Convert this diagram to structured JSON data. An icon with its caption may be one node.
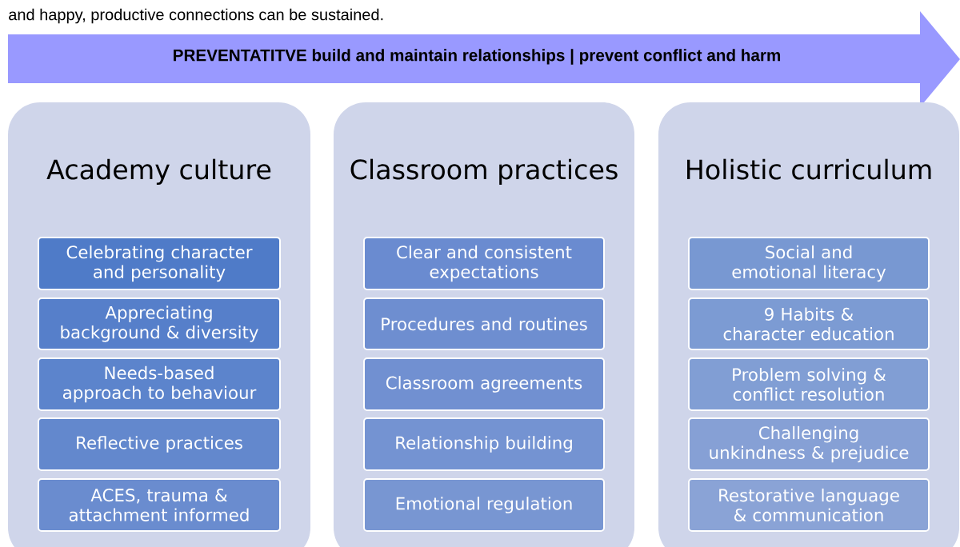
{
  "diagram": {
    "nodes": [
      {
        "text": [
          "PREVENTATITVE build and maintain relationships | prevent conflict and harm"
        ]
      },
      {
        "text": [
          "Academy culture"
        ]
      },
      {
        "text": [
          "Celebrating character and personality"
        ],
        "in": 1
      },
      {
        "text": [
          "Appreciating background & diversity"
        ],
        "in": 1
      },
      {
        "text": [
          "Needs-based approach to behaviour"
        ],
        "in": 1
      },
      {
        "text": [
          "Reflective practices"
        ],
        "in": 1
      },
      {
        "text": [
          "ACES, trauma & attachment informed"
        ],
        "in": 1
      },
      {
        "text": [
          "Classroom practices"
        ]
      },
      {
        "text": [
          "Clear and consistent expectations"
        ],
        "in": 7
      },
      {
        "text": [
          "Procedures and routines"
        ],
        "in": 7
      },
      {
        "text": [
          "Classroom agreements"
        ],
        "in": 7
      },
      {
        "text": [
          "Relationship building"
        ],
        "in": 7
      },
      {
        "text": [
          "Emotional regulation"
        ],
        "in": 7
      },
      {
        "text": [
          "Holistic curriculum"
        ]
      },
      {
        "text": [
          "Social and emotional literacy"
        ],
        "in": 13
      },
      {
        "text": [
          "9 Habits & character education"
        ],
        "in": 13
      },
      {
        "text": [
          "Problem solving & conflict resolution"
        ],
        "in": 13
      },
      {
        "text": [
          "Challenging unkindness & prejudice"
        ],
        "in": 13
      },
      {
        "text": [
          "Restorative language & communication"
        ],
        "in": 13
      }
    ],
    "labels": [
      "and happy, productive connections can be sustained."
    ]
  }
}
